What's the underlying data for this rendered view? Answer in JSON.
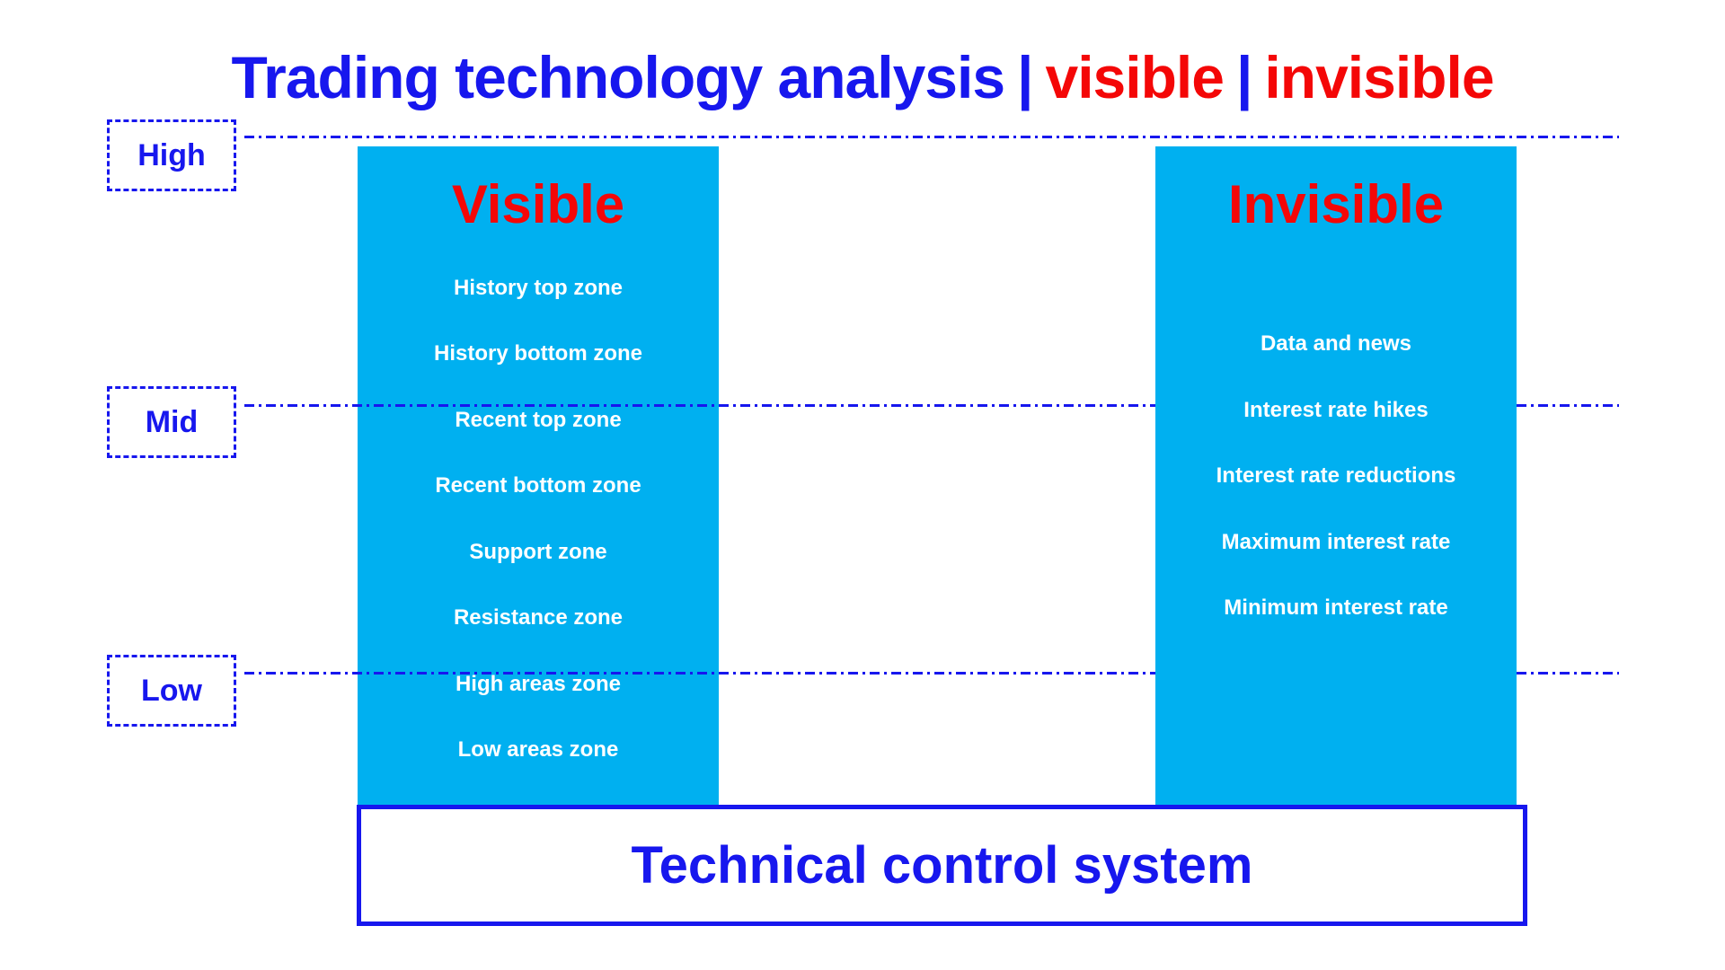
{
  "title": {
    "main": "Trading technology analysis",
    "separator": "|",
    "highlight1": "visible",
    "highlight2": "invisible"
  },
  "levels": [
    {
      "label": "High"
    },
    {
      "label": "Mid"
    },
    {
      "label": "Low"
    }
  ],
  "columns": [
    {
      "header": "Visible",
      "items": [
        "History top zone",
        "History bottom zone",
        "Recent top zone",
        "Recent bottom zone",
        "Support zone",
        "Resistance zone",
        "High areas zone",
        "Low areas zone"
      ]
    },
    {
      "header": "Invisible",
      "items": [
        "Data and news",
        "Interest rate hikes",
        "Interest rate reductions",
        "Maximum interest rate",
        "Minimum interest rate"
      ]
    }
  ],
  "footer": {
    "label": "Technical control system"
  },
  "colors": {
    "blue": "#1717ee",
    "red": "#f40707",
    "cyan": "#00b0f0"
  }
}
